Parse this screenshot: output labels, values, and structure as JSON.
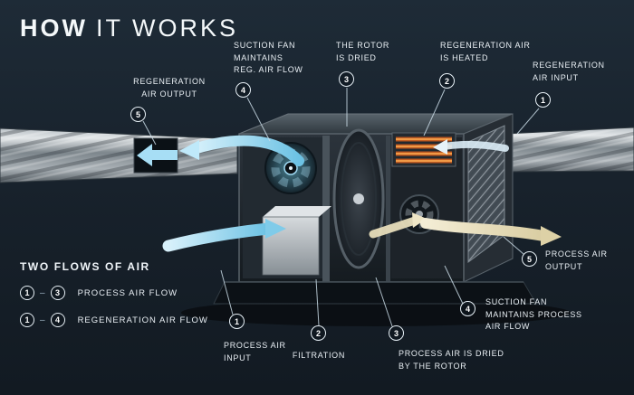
{
  "title": {
    "bold": "HOW",
    "rest": "IT WORKS"
  },
  "legend": {
    "heading": "TWO FLOWS OF AIR",
    "rows": [
      {
        "from": "1",
        "dash": "–",
        "to": "3",
        "label": "PROCESS AIR FLOW"
      },
      {
        "from": "1",
        "dash": "–",
        "to": "4",
        "label": "REGENERATION AIR FLOW"
      }
    ]
  },
  "callouts": [
    {
      "num": "5",
      "label": "REGENERATION\nAIR OUTPUT"
    },
    {
      "num": "4",
      "label": "SUCTION FAN\nMAINTAINS\nREG. AIR FLOW"
    },
    {
      "num": "3",
      "label": "THE ROTOR\nIS DRIED"
    },
    {
      "num": "2",
      "label": "REGENERATION AIR\nIS HEATED"
    },
    {
      "num": "1",
      "label": "REGENERATION\nAIR INPUT"
    },
    {
      "num": "5",
      "label": "PROCESS AIR\nOUTPUT"
    },
    {
      "num": "4",
      "label": "SUCTION FAN\nMAINTAINS PROCESS\nAIR FLOW"
    },
    {
      "num": "3",
      "label": "PROCESS AIR IS DRIED\nBY THE ROTOR"
    },
    {
      "num": "2",
      "label": "FILTRATION"
    },
    {
      "num": "1",
      "label": "PROCESS AIR\nINPUT"
    }
  ],
  "colors": {
    "background": "#18222c",
    "label_text": "#e9eff4",
    "circle_border": "#e8f1f7",
    "process_cool_air": "#9ed9f2",
    "dry_air": "#e9dfbe",
    "heater": "#ec7f2b",
    "duct_metal": "#9aa2a8"
  }
}
